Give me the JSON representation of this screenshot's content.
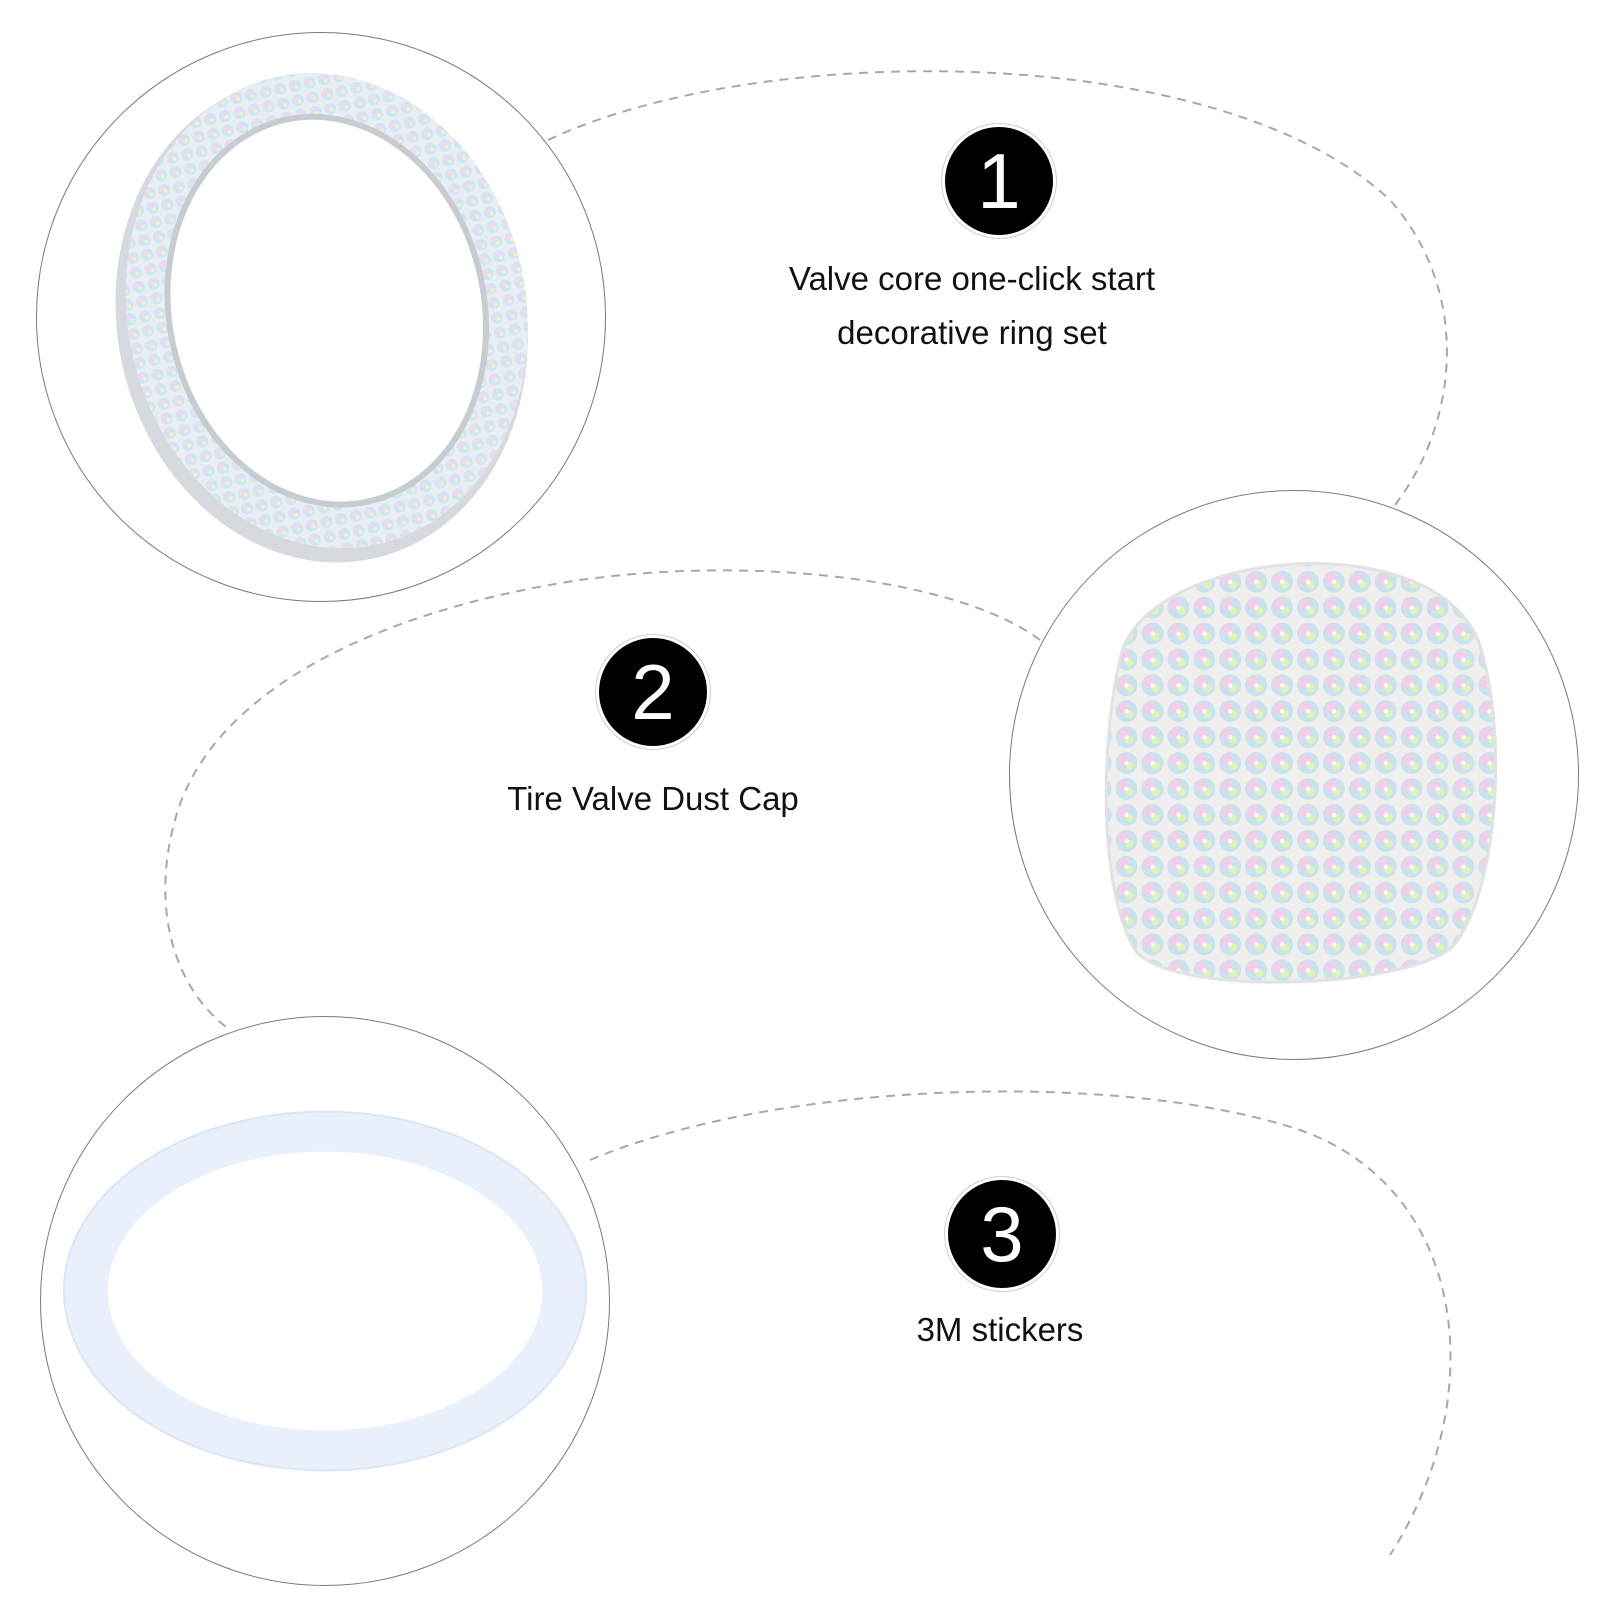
{
  "items": [
    {
      "number": "1",
      "caption_lines": [
        "Valve core one-click start",
        "decorative ring set"
      ],
      "photo_icon": "rhinestone-ring-icon"
    },
    {
      "number": "2",
      "caption_lines": [
        "Tire Valve Dust Cap"
      ],
      "photo_icon": "rhinestone-dust-cap-icon"
    },
    {
      "number": "3",
      "caption_lines": [
        "3M stickers"
      ],
      "photo_icon": "adhesive-ring-icon"
    }
  ],
  "colors": {
    "badge": "#000000",
    "badge_text": "#ffffff",
    "caption_text": "#111111",
    "circle_border": "#7a7a7a",
    "dashed_line": "#a8a8a8"
  }
}
